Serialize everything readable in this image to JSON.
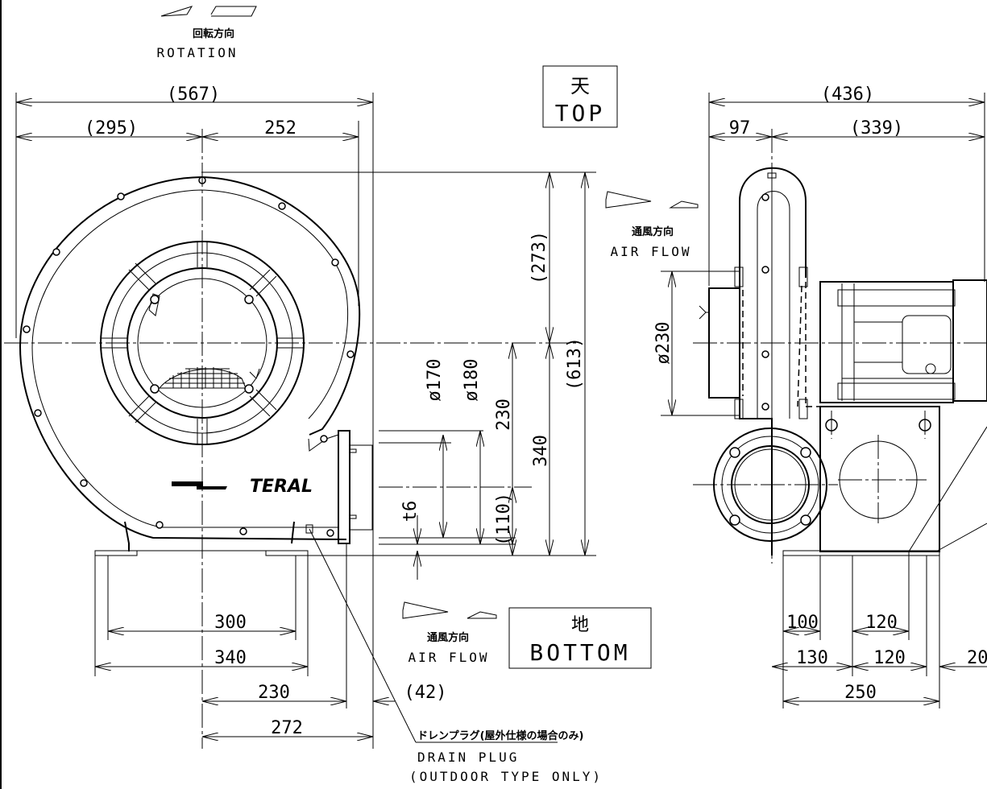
{
  "labels": {
    "rotation_jp": "回転方向",
    "rotation_en": "ROTATION",
    "top_jp": "天",
    "top_en": "TOP",
    "bottom_jp": "地",
    "bottom_en": "BOTTOM",
    "airflow_jp": "通風方向",
    "airflow_en": "AIR FLOW",
    "brand": "TERAL",
    "drain_jp": "ドレンプラグ(屋外仕様の場合のみ)",
    "drain_en": "DRAIN PLUG",
    "drain_note": "(OUTDOOR TYPE ONLY)"
  },
  "dimensions": {
    "overall_width": "(567)",
    "left_to_center": "(295)",
    "center_to_right": "252",
    "side_width": "(436)",
    "side_97": "97",
    "side_339": "(339)",
    "upper_height": "(273)",
    "total_height": "(613)",
    "dia_170": "ø170",
    "dia_180": "ø180",
    "h_230": "230",
    "h_340": "340",
    "h_110": "(110)",
    "t6": "t6",
    "base_300": "300",
    "base_340": "340",
    "base_230": "230",
    "base_272": "272",
    "flange_42": "(42)",
    "dia_230": "ø230",
    "side_100": "100",
    "side_120a": "120",
    "side_130": "130",
    "side_120b": "120",
    "side_20": "20",
    "side_250": "250"
  }
}
